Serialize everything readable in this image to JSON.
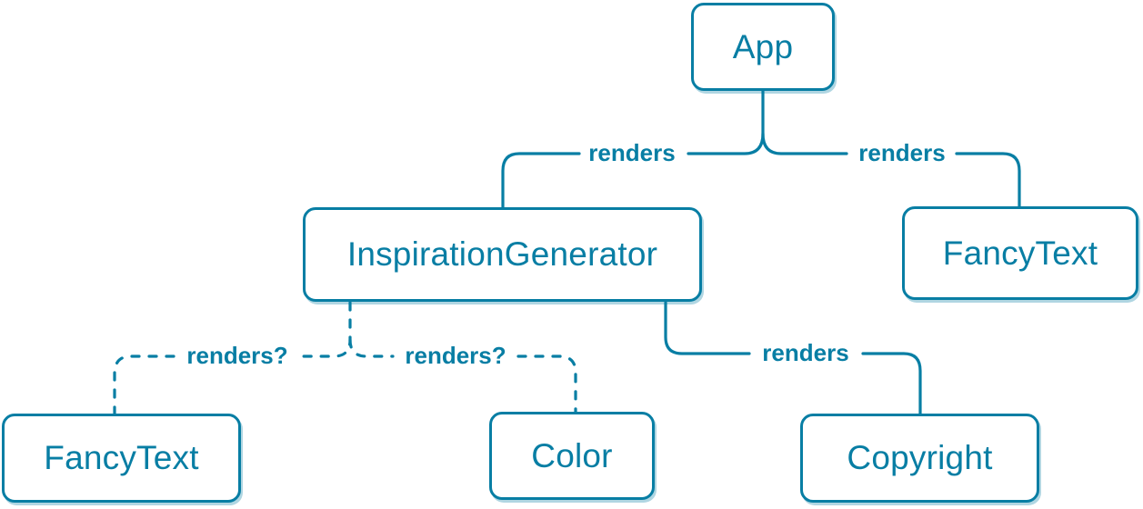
{
  "diagram": {
    "type": "component-tree",
    "colors": {
      "accent": "#087ea4",
      "node_fill": "#ffffff",
      "background": "#ffffff"
    },
    "nodes": [
      {
        "id": "app",
        "label": "App"
      },
      {
        "id": "inspiration-generator",
        "label": "InspirationGenerator"
      },
      {
        "id": "fancy-text-top",
        "label": "FancyText"
      },
      {
        "id": "fancy-text-bottom",
        "label": "FancyText"
      },
      {
        "id": "color",
        "label": "Color"
      },
      {
        "id": "copyright",
        "label": "Copyright"
      }
    ],
    "edges": [
      {
        "from": "App",
        "to": "InspirationGenerator",
        "label": "renders",
        "style": "solid"
      },
      {
        "from": "App",
        "to": "FancyText",
        "label": "renders",
        "style": "solid"
      },
      {
        "from": "InspirationGenerator",
        "to": "Copyright",
        "label": "renders",
        "style": "solid"
      },
      {
        "from": "InspirationGenerator",
        "to": "FancyText",
        "label": "renders?",
        "style": "dashed"
      },
      {
        "from": "InspirationGenerator",
        "to": "Color",
        "label": "renders?",
        "style": "dashed"
      }
    ]
  }
}
